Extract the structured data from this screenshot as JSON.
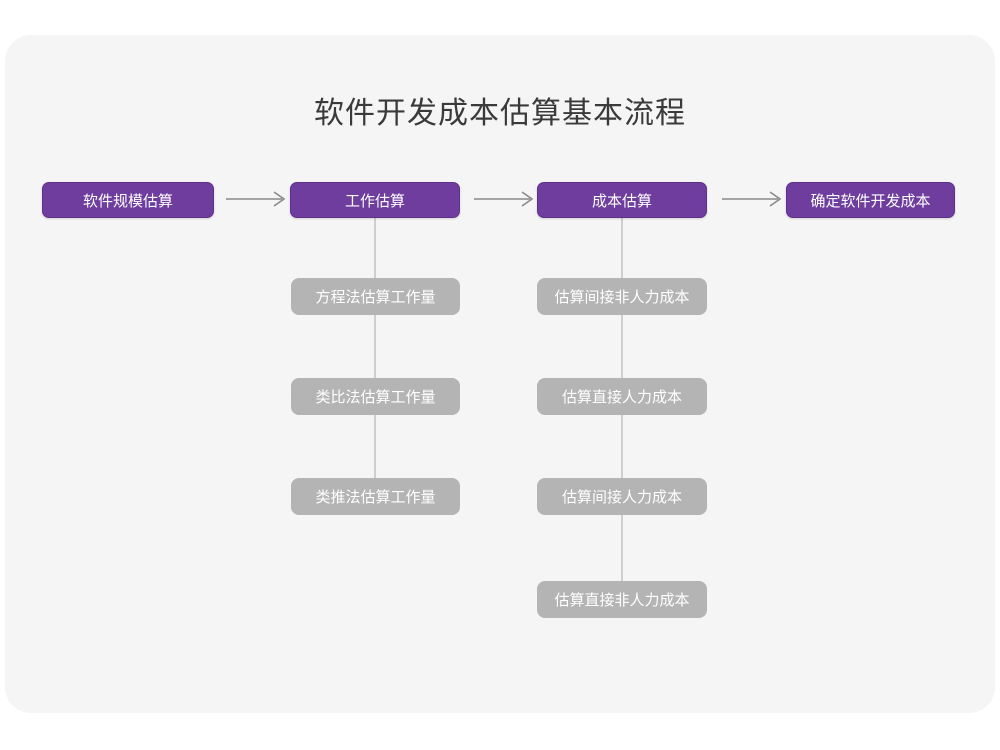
{
  "title": "软件开发成本估算基本流程",
  "colors": {
    "page_background": "#ffffff",
    "card_background": "#f5f5f5",
    "primary_node": "#6f3d9e",
    "primary_node_border": "#5d3186",
    "secondary_node": "#b4b4b4",
    "node_text": "#ffffff",
    "title_text": "#3a3a3a",
    "connector": "#cfcfcf",
    "arrow": "#8a8a8a"
  },
  "flow": {
    "main_steps": [
      {
        "label": "软件规模估算"
      },
      {
        "label": "工作估算"
      },
      {
        "label": "成本估算"
      },
      {
        "label": "确定软件开发成本"
      }
    ],
    "arrows": [
      {
        "name": "arrow-1",
        "glyph": "→"
      },
      {
        "name": "arrow-2",
        "glyph": "→"
      },
      {
        "name": "arrow-3",
        "glyph": "→"
      }
    ],
    "branches": [
      {
        "parent": "工作估算",
        "items": [
          {
            "label": "方程法估算工作量"
          },
          {
            "label": "类比法估算工作量"
          },
          {
            "label": "类推法估算工作量"
          }
        ]
      },
      {
        "parent": "成本估算",
        "items": [
          {
            "label": "估算间接非人力成本"
          },
          {
            "label": "估算直接人力成本"
          },
          {
            "label": "估算间接人力成本"
          },
          {
            "label": "估算直接非人力成本"
          }
        ]
      }
    ]
  }
}
